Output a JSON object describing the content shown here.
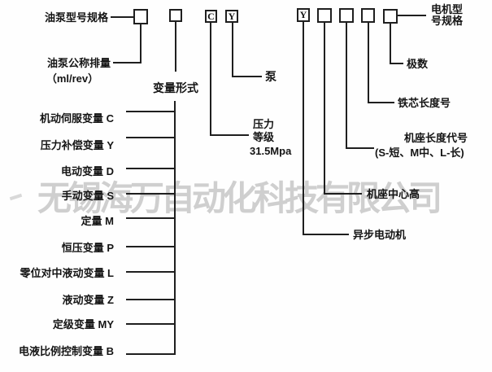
{
  "colors": {
    "line": "#1f1f1f",
    "text": "#141414",
    "watermark": "#c2c2c2"
  },
  "watermark": {
    "text": "无锡海万自动化科技有限公司"
  },
  "pump": {
    "model_spec_label": "油泵型号规格",
    "displacement_label": "油泵公称排量",
    "displacement_unit": "（ml/rev）",
    "variable_form_label": "变量形式",
    "boxes": [
      "",
      "",
      "C",
      "Y"
    ],
    "pump_label": "泵",
    "pressure_line1": "压力",
    "pressure_line2": "等级",
    "pressure_value": "31.5Mpa",
    "variants": [
      "机动伺服变量 C",
      "压力补偿变量 Y",
      "电动变量 D",
      "手动变量 S",
      "定量 M",
      "恒压变量 P",
      "零位对中液动变量 L",
      "液动变量 Z",
      "定级变量 MY",
      "电液比例控制变量 B"
    ]
  },
  "motor": {
    "model_spec_line1": "电机型",
    "model_spec_line2": "号规格",
    "boxes": [
      "Y",
      "",
      "",
      "",
      ""
    ],
    "poles_label": "极数",
    "core_length_label": "铁芯长度号",
    "frame_length_label": "机座长度代号",
    "frame_length_codes": "(S-短、M中、L-长)",
    "frame_center_height_label": "机座中心高",
    "async_motor_label": "异步电动机"
  }
}
